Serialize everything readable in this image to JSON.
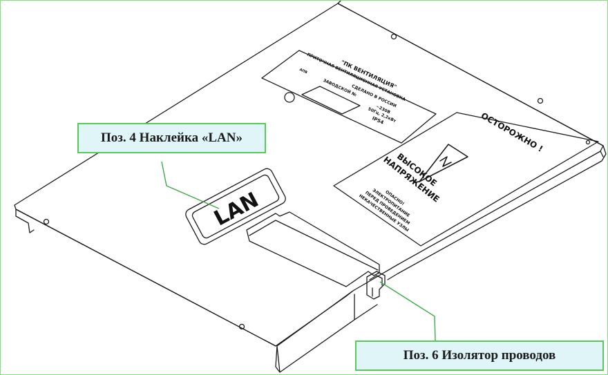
{
  "callouts": {
    "lan_sticker": "Поз. 4 Наклейка «LAN»",
    "wire_insulator": "Поз. 6 Изолятор проводов"
  },
  "drawing": {
    "lan_label": "LAN",
    "warning_plate": {
      "line1": "ОСТОРОЖНО !",
      "line2": "ВЫСОКОЕ",
      "line3": "НАПРЯЖЕНИЕ",
      "small1": "ОПАСНО!",
      "small2": "ЭЛЕКТРОПИТАНИЕ",
      "small3": "ПЕРЕД ПРОВЕДЕНИЕМ",
      "small4": "НЕКАЧЕСТВЕННЫЕ УЗЛЫ"
    },
    "nameplate": {
      "company": "\"ПК ВЕНТИЛЯЦИЯ\"",
      "line1": "ПРИТОЧНАЯ ВЕНТИЛЯЦИОННАЯ УСТАНОВКА",
      "line2": "СДЕЛАНО В РОССИИ",
      "serial_label": "ЗАВОДСКОЙ №",
      "spec1": "~230В",
      "spec2": "50Гц, 2,2кВт",
      "spec3": "IP54",
      "logo_text": "АПВ"
    }
  },
  "colors": {
    "callout_fill": "#dff5f7",
    "callout_border": "#55c95a",
    "leader_line": "#3fa84a",
    "line_art": "#1a1a1a"
  }
}
